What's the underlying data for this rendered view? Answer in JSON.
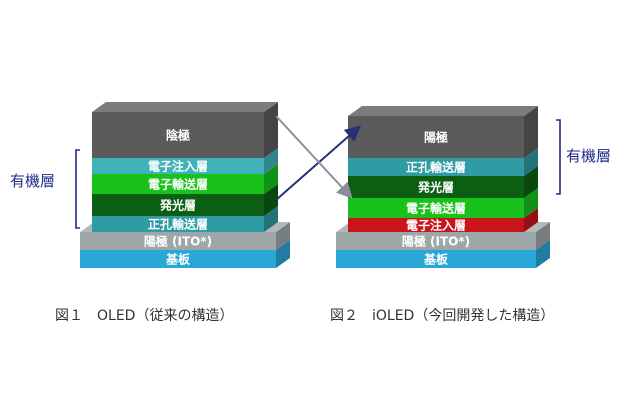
{
  "figure1": {
    "side_label": "有機層",
    "layers": [
      {
        "name": "base",
        "text": "基板",
        "color": "#2aa7d6"
      },
      {
        "name": "anode",
        "text": "陽極 (ITO*)",
        "color": "#9ea7a8"
      },
      {
        "name": "hole-transport",
        "text": "正孔輸送層",
        "color": "#2f9ba3"
      },
      {
        "name": "emission",
        "text": "発光層",
        "color": "#0b5e12"
      },
      {
        "name": "electron-transport",
        "text": "電子輸送層",
        "color": "#18c21a"
      },
      {
        "name": "electron-injection",
        "text": "電子注入層",
        "color": "#3fb2ba"
      },
      {
        "name": "cathode",
        "text": "陰極",
        "color": "#5b5b5b"
      }
    ],
    "caption": "図１　OLED（従来の構造）"
  },
  "figure2": {
    "side_label": "有機層",
    "layers": [
      {
        "name": "base",
        "text": "基板",
        "color": "#2aa7d6"
      },
      {
        "name": "anode",
        "text": "陽極 (ITO*)",
        "color": "#9ea7a8"
      },
      {
        "name": "electron-injection",
        "text": "電子注入層",
        "color": "#c8141a"
      },
      {
        "name": "electron-transport",
        "text": "電子輸送層",
        "color": "#18c21a"
      },
      {
        "name": "emission",
        "text": "発光層",
        "color": "#0b5e12"
      },
      {
        "name": "hole-transport",
        "text": "正孔輸送層",
        "color": "#2f9ba3"
      },
      {
        "name": "cathode",
        "text": "陽極",
        "color": "#5b5b5b"
      }
    ],
    "caption": "図２　iOLED（今回開発した構造）"
  },
  "colors": {
    "arrow_dark": "#2a2f7a",
    "arrow_gray": "#8a8f99",
    "bracket": "#1f2a8c"
  }
}
